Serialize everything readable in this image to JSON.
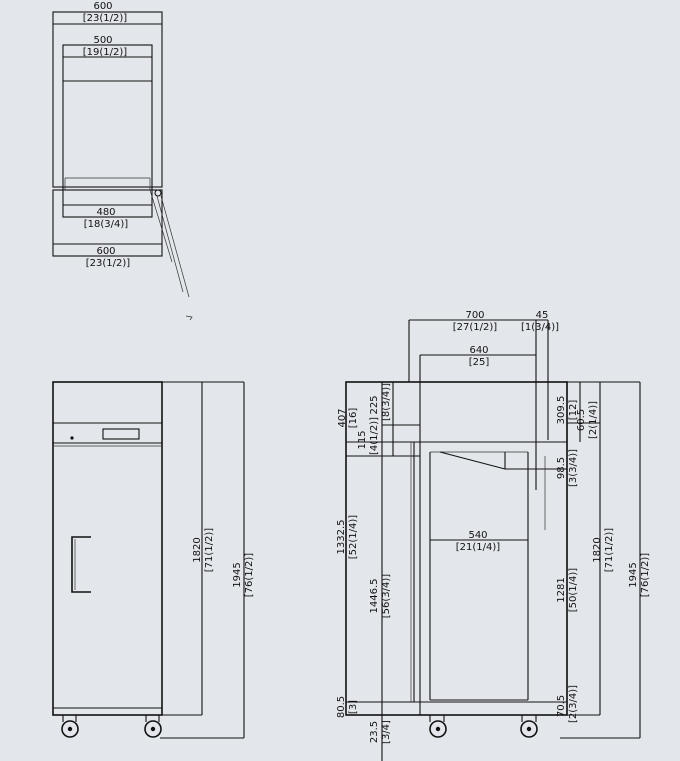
{
  "top_view": {
    "overall_width": "600",
    "overall_width_in": "[23(1/2)]",
    "inner_width": "500",
    "inner_width_in": "[19(1/2)]",
    "shelf_width": "480",
    "shelf_width_in": "[18(3/4)]",
    "base_width": "600",
    "base_width_in": "[23(1/2)]"
  },
  "front_view": {
    "cabinet_height": "1820",
    "cabinet_height_in": "[71(1/2)]",
    "total_height": "1945",
    "total_height_in": "[76(1/2)]"
  },
  "side_view": {
    "depth": "700",
    "depth_in": "[27(1/2)]",
    "handle": "45",
    "handle_in": "[1(3/4)]",
    "body_depth": "640",
    "body_depth_in": "[25]",
    "interior_depth": "540",
    "interior_depth_in": "[21(1/4)]",
    "top_section": "407",
    "top_section_in": "[16]",
    "panel": "225",
    "panel_in": "[8(3/4)]",
    "panel_lower": "115",
    "panel_lower_in": "[4(1/2)]",
    "right_top": "309.5",
    "right_top_in": "[12]",
    "right_small": "60.5",
    "right_small_in": "[2(1/4)]",
    "evaporator": "98.5",
    "evaporator_in": "[3(3/4)]",
    "door_height": "1332.5",
    "door_height_in": "[52(1/4)]",
    "door_inner": "1446.5",
    "door_inner_in": "[56(3/4)]",
    "interior_height": "1281",
    "interior_height_in": "[50(1/4)]",
    "cabinet_height": "1820",
    "cabinet_height_in": "[71(1/2)]",
    "total_height": "1945",
    "total_height_in": "[76(1/2)]",
    "base_left": "80.5",
    "base_left_in": "[3]",
    "base_right": "70.5",
    "base_right_in": "[2(3/4)]",
    "foot": "23.5",
    "foot_in": "[3/4]"
  }
}
